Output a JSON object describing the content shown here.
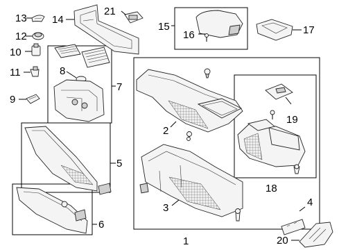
{
  "diagram": {
    "callouts": {
      "p1": "1",
      "p2": "2",
      "p3": "3",
      "p4": "4",
      "p5": "5",
      "p6": "6",
      "p7": "7",
      "p8": "8",
      "p9": "9",
      "p10": "10",
      "p11": "11",
      "p12": "12",
      "p13": "13",
      "p14": "14",
      "p15": "15",
      "p16": "16",
      "p17": "17",
      "p18": "18",
      "p19": "19",
      "p20": "20",
      "p21": "21"
    }
  }
}
